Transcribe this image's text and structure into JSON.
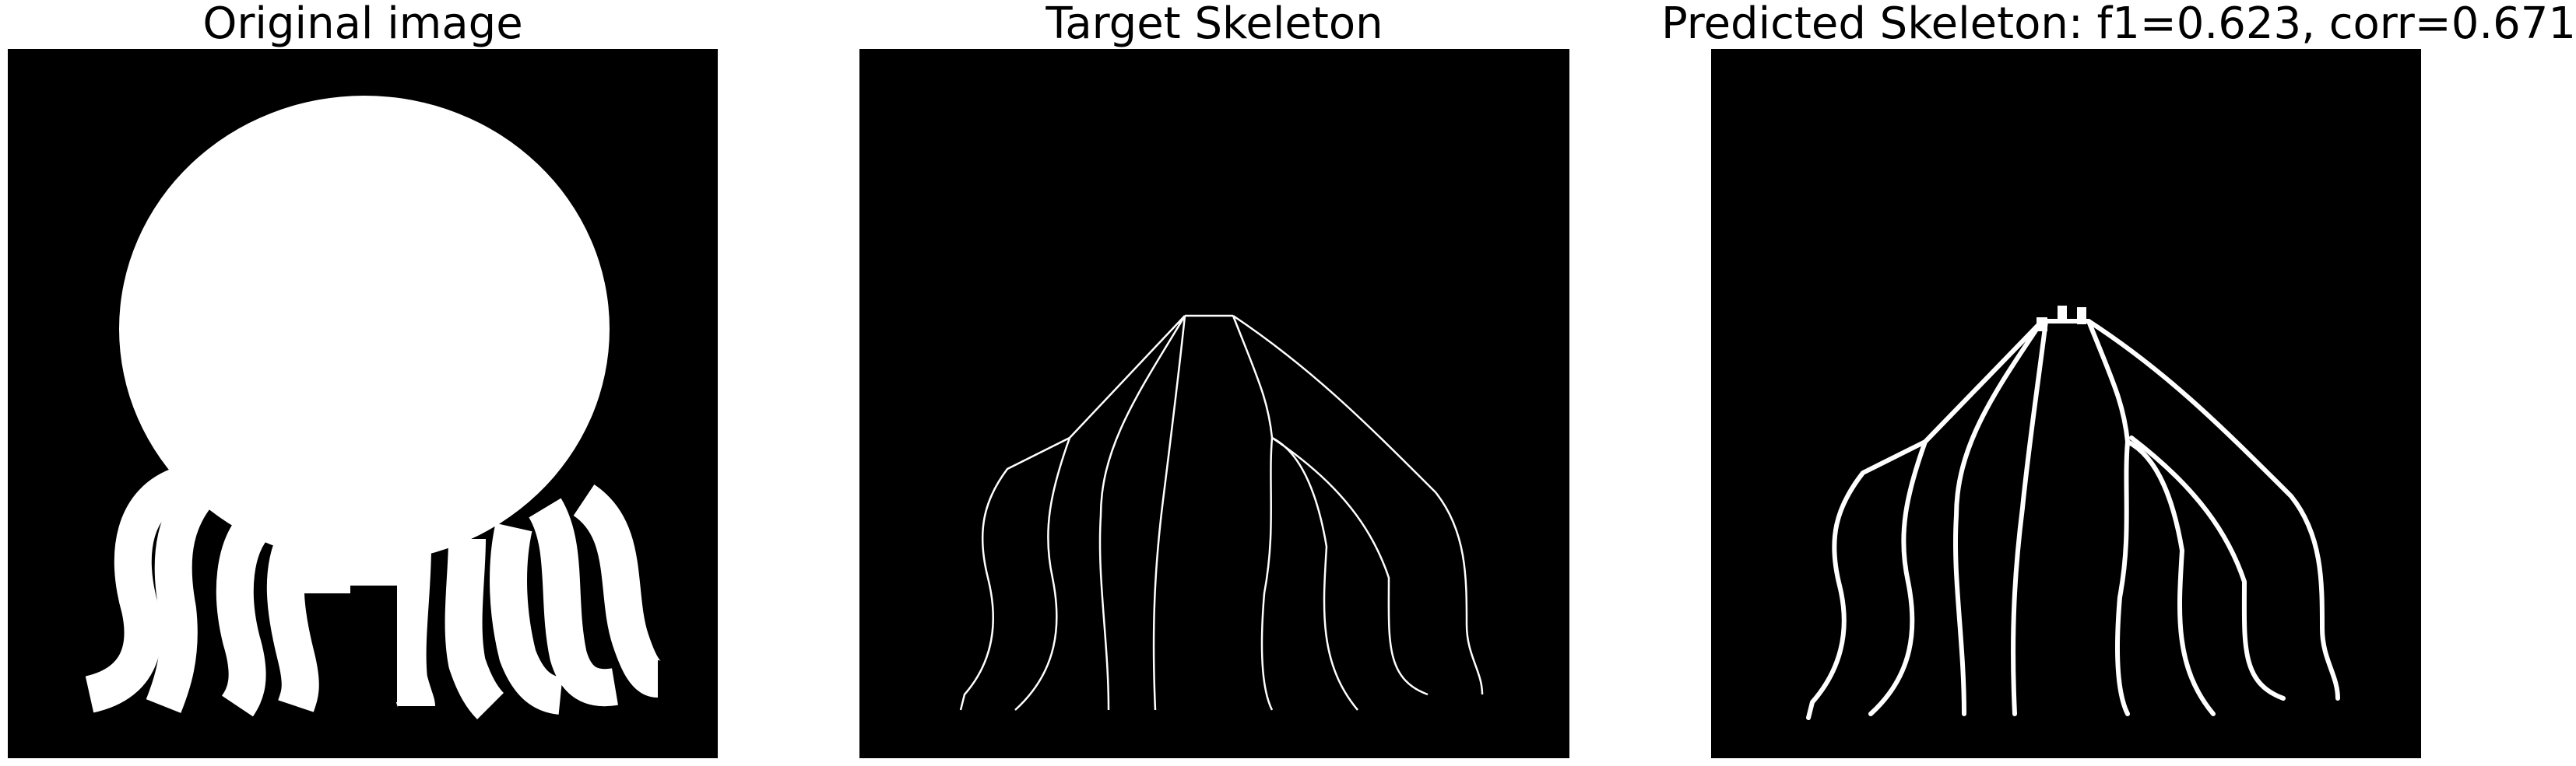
{
  "panels": [
    {
      "title": "Original image",
      "image": "original-jellyfish-silhouette"
    },
    {
      "title": "Target Skeleton",
      "image": "target-skeleton-lines"
    },
    {
      "title": "Predicted Skeleton: f1=0.623, corr=0.671",
      "image": "predicted-skeleton-lines"
    }
  ],
  "colors": {
    "background": "#ffffff",
    "image_background": "#000000",
    "foreground": "#ffffff",
    "title_text": "#000000"
  }
}
